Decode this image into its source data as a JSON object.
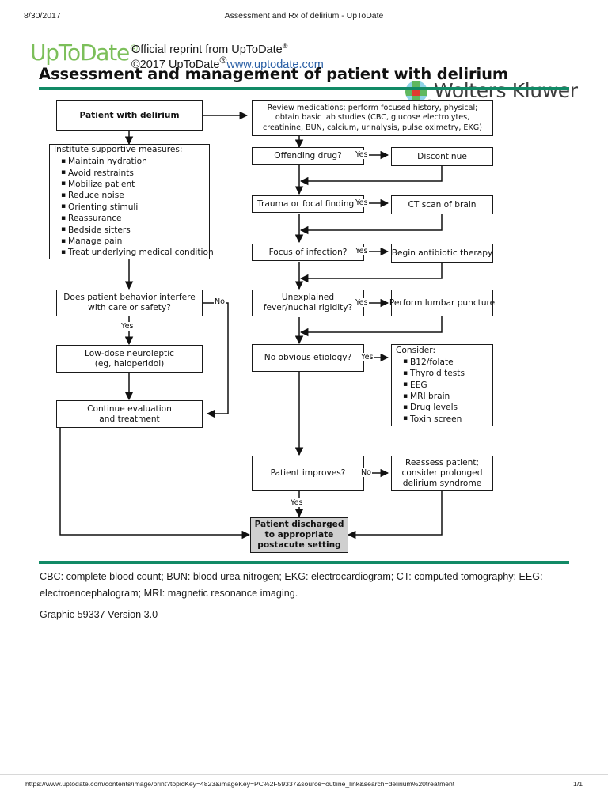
{
  "print_header": {
    "date": "8/30/2017",
    "document_title": "Assessment and Rx of delirium - UpToDate"
  },
  "brand": {
    "uptodate_logo": "UpToDate",
    "uptodate_logo_mark": "®",
    "reprint_line": "Official reprint from UpToDate",
    "reprint_mark": "®",
    "copyright_line": "©2017 UpToDate",
    "copyright_mark": "®",
    "website": "www.uptodate.com",
    "publisher": "Wolters Kluwer",
    "accent_green": "#128a66",
    "logo_green": "#7cbf5a"
  },
  "graphic_title": "Assessment and management of patient with delirium",
  "chart_data": {
    "type": "diagram",
    "title": "Assessment and management of patient with delirium",
    "nodes": [
      {
        "id": "start",
        "label": "Patient with delirium"
      },
      {
        "id": "supportive_header",
        "label": "Institute supportive measures:"
      },
      {
        "id": "review_l1",
        "label": "Review medications; perform focused history, physical;"
      },
      {
        "id": "review_l2",
        "label": "obtain basic lab studies (CBC, glucose electrolytes,"
      },
      {
        "id": "review_l3",
        "label": "creatinine, BUN, calcium, urinalysis, pulse oximetry, EKG)"
      },
      {
        "id": "offending",
        "label": "Offending drug?"
      },
      {
        "id": "discontinue",
        "label": "Discontinue"
      },
      {
        "id": "trauma",
        "label": "Trauma or focal finding?"
      },
      {
        "id": "ct",
        "label": "CT scan of brain"
      },
      {
        "id": "infection",
        "label": "Focus of infection?"
      },
      {
        "id": "antibiotic",
        "label": "Begin antibiotic therapy"
      },
      {
        "id": "behavior_l1",
        "label": "Does patient behavior interfere"
      },
      {
        "id": "behavior_l2",
        "label": "with care or safety?"
      },
      {
        "id": "fever_l1",
        "label": "Unexplained"
      },
      {
        "id": "fever_l2",
        "label": "fever/nuchal rigidity?"
      },
      {
        "id": "lp",
        "label": "Perform lumbar puncture"
      },
      {
        "id": "neuro_l1",
        "label": "Low-dose neuroleptic"
      },
      {
        "id": "neuro_l2",
        "label": "(eg, haloperidol)"
      },
      {
        "id": "etiology",
        "label": "No obvious etiology?"
      },
      {
        "id": "consider_header",
        "label": "Consider:"
      },
      {
        "id": "continue_l1",
        "label": "Continue evaluation"
      },
      {
        "id": "continue_l2",
        "label": "and treatment"
      },
      {
        "id": "improves",
        "label": "Patient improves?"
      },
      {
        "id": "reassess_l1",
        "label": "Reassess patient;"
      },
      {
        "id": "reassess_l2",
        "label": "consider prolonged"
      },
      {
        "id": "reassess_l3",
        "label": "delirium syndrome"
      },
      {
        "id": "discharge_l1",
        "label": "Patient discharged"
      },
      {
        "id": "discharge_l2",
        "label": "to appropriate"
      },
      {
        "id": "discharge_l3",
        "label": "postacute setting"
      }
    ],
    "supportive_measures": [
      "Maintain hydration",
      "Avoid restraints",
      "Mobilize patient",
      "Reduce noise",
      "Orienting stimuli",
      "Reassurance",
      "Bedside sitters",
      "Manage pain",
      "Treat underlying medical condition"
    ],
    "consider_items": [
      "B12/folate",
      "Thyroid tests",
      "EEG",
      "MRI brain",
      "Drug levels",
      "Toxin screen"
    ],
    "edge_labels": {
      "offending_yes": "Yes",
      "trauma_yes": "Yes",
      "infection_yes": "Yes",
      "fever_yes": "Yes",
      "etiology_yes": "Yes",
      "behavior_no": "No",
      "behavior_yes": "Yes",
      "improves_no": "No",
      "improves_yes": "Yes"
    }
  },
  "legend": "CBC: complete blood count; BUN: blood urea nitrogen; EKG: electrocardiogram; CT: computed tomography; EEG: electroencephalogram; MRI: magnetic resonance imaging.",
  "graphic_id": "Graphic 59337 Version 3.0",
  "page_footer": {
    "url": "https://www.uptodate.com/contents/image/print?topicKey=4823&imageKey=PC%2F59337&source=outline_link&search=delirium%20treatment",
    "page": "1/1"
  }
}
